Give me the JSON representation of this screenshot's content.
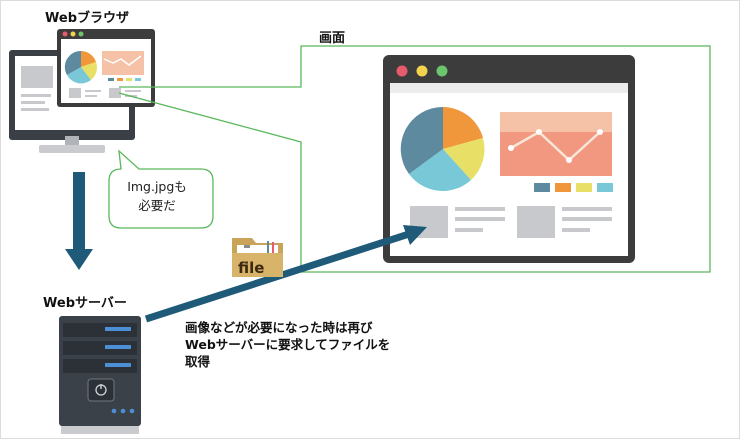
{
  "labels": {
    "browser": "Webブラウザ",
    "screen": "画面",
    "server": "Webサーバー",
    "bubble": "Img.jpgも\n必要だ",
    "folder": "file",
    "note": "画像などが必要になった時は再びWebサーバーに要求してファイルを取得"
  },
  "colors": {
    "callout_green": "#5cb85c",
    "arrow_blue": "#1f5a78",
    "window_bar": "#3c3c3c",
    "pie_orange": "#f0973b",
    "pie_yellow": "#e8e066",
    "pie_cyan": "#78c8d8",
    "pie_slate": "#5e8aa0",
    "chart_bg": "#f5c2a8",
    "chart_bar": "#f29880",
    "server_body": "#3b4148",
    "folder": "#c9a35a"
  }
}
